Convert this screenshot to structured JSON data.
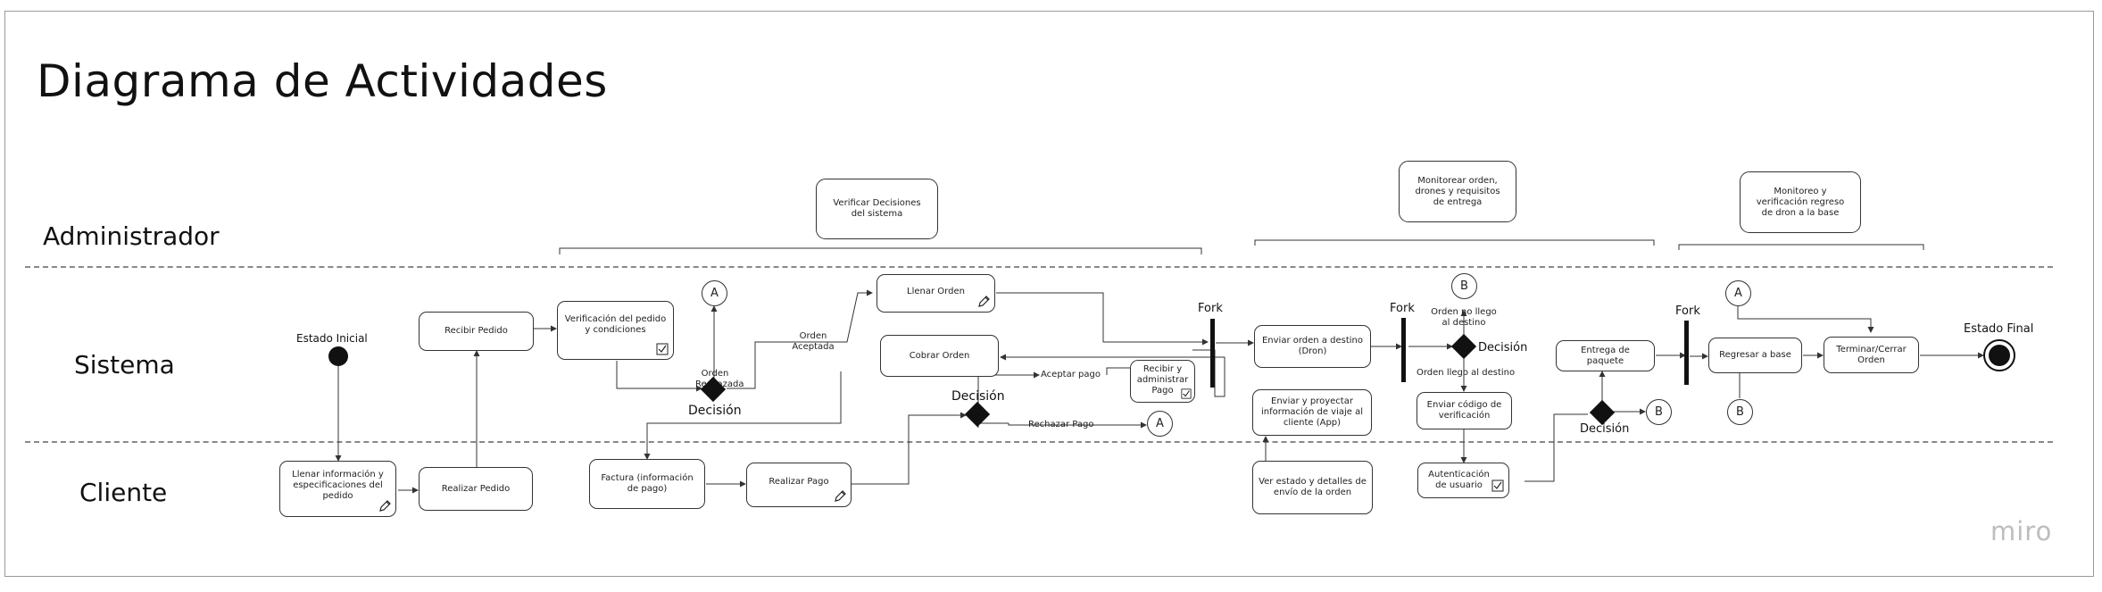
{
  "title": "Diagrama de Actividades",
  "brand": "miro",
  "lanes": {
    "admin": "Administrador",
    "system": "Sistema",
    "client": "Cliente"
  },
  "notes": {
    "verify": "Verificar Decisiones del sistema",
    "monitor": "Monitorear orden, drones y requisitos de entrega",
    "return": "Monitoreo y verificación regreso de dron a la base"
  },
  "nodes": {
    "fill_info": "Llenar información y especificaciones del pedido",
    "place_order": "Realizar Pedido",
    "receive_order": "Recibir Pedido",
    "verify_order": "Verificación del pedido y condiciones",
    "fill_order": "Llenar Orden",
    "charge_order": "Cobrar Orden",
    "receive_payment": "Recibir y administrar Pago",
    "invoice": "Factura (información de pago)",
    "make_payment": "Realizar Pago",
    "send_order": "Enviar orden a destino (Dron)",
    "send_travel_info": "Enviar y proyectar información de viaje al cliente (App)",
    "view_status": "Ver estado y detalles de envío de la orden",
    "send_code": "Enviar código de verificación",
    "user_auth": "Autenticación de usuario",
    "deliver": "Entrega de paquete",
    "return_base": "Regresar a base",
    "close_order": "Terminar/Cerrar Orden"
  },
  "labels": {
    "start": "Estado Inicial",
    "end": "Estado Final",
    "fork": "Fork",
    "decision": "Decisión",
    "rejected": "Orden Rechazada",
    "accepted": "Orden Aceptada",
    "accept_payment": "Aceptar pago",
    "reject_payment": "Rechazar Pago",
    "not_arrived": "Orden no llego al destino",
    "arrived": "Orden llego al destino"
  },
  "connectors": {
    "a": "A",
    "b": "B"
  }
}
